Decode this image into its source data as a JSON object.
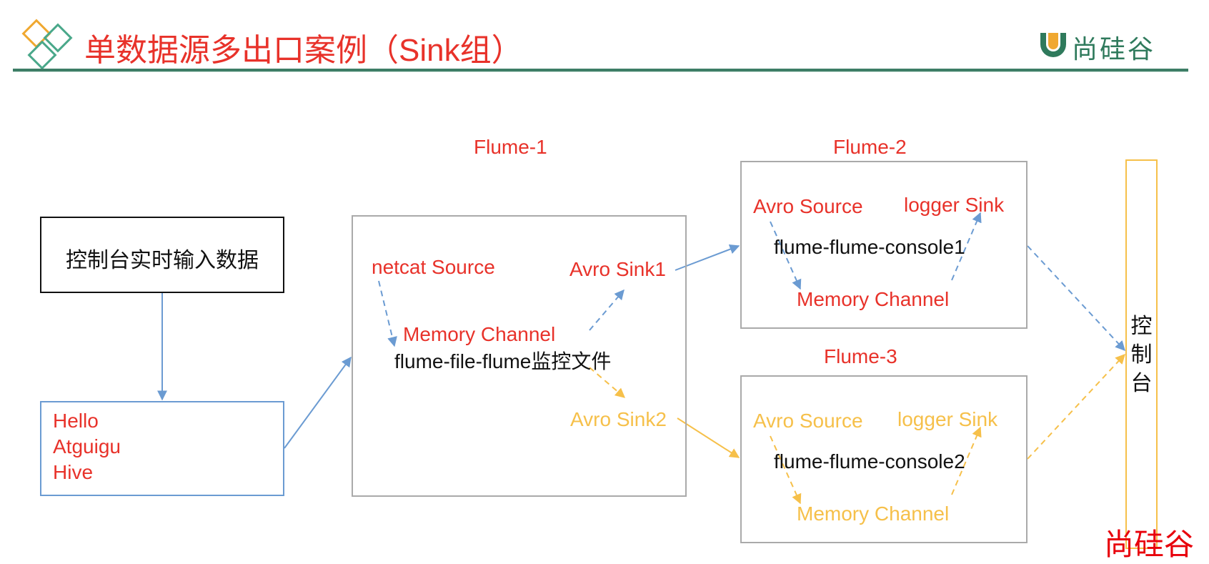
{
  "header": {
    "title": "单数据源多出口案例（Sink组）",
    "brand": "尚硅谷",
    "brand_icon": "u-logo-icon",
    "title_icon": "diamonds-logo-icon"
  },
  "colors": {
    "title_red": "#e8322a",
    "brand_green": "#2f7a5c",
    "blue_flow": "#6b9bd2",
    "yellow_flow": "#f6c04a",
    "box_gray": "#aaaaaa"
  },
  "input_box": {
    "label": "控制台实时输入数据"
  },
  "data_box": {
    "lines": [
      "Hello",
      "Atguigu",
      "Hive"
    ]
  },
  "flume1": {
    "label": "Flume-1",
    "source": "netcat Source",
    "channel": "Memory  Channel",
    "desc": "flume-file-flume监控文件",
    "sink1": "Avro Sink1",
    "sink2": "Avro Sink2"
  },
  "flume2": {
    "label": "Flume-2",
    "source": "Avro Source",
    "sink": "logger Sink",
    "desc": "flume-flume-console1",
    "channel": "Memory Channel"
  },
  "flume3": {
    "label": "Flume-3",
    "source": "Avro Source",
    "sink": "logger Sink",
    "desc": "flume-flume-console2",
    "channel": "Memory Channel"
  },
  "console": {
    "label_lines": [
      "控",
      "制",
      "台"
    ]
  },
  "watermark": "尚硅谷"
}
